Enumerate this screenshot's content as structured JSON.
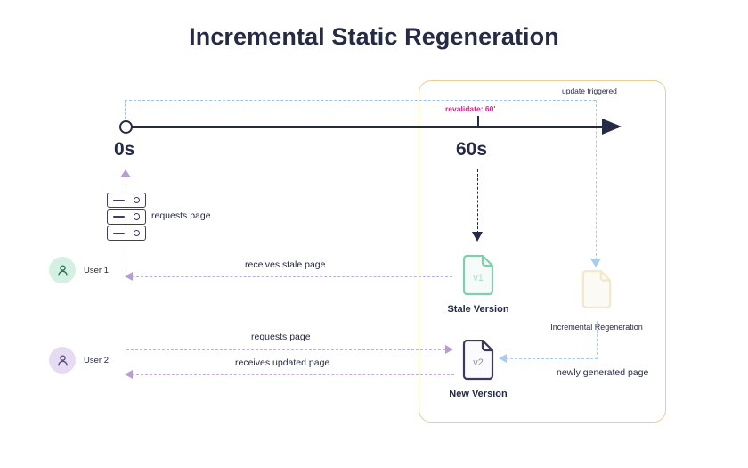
{
  "page": {
    "title": "Incremental Static Regeneration"
  },
  "colors": {
    "ink": "#252a45",
    "accent_pink": "#e0218a",
    "region_border": "#e8cf92",
    "blue_dash": "#a9cdee",
    "purple_dash": "#b89ed0",
    "stale_doc": "#7fcfae",
    "new_doc": "#3b3a5e",
    "regen_doc": "#f2e7c8",
    "avatar_user1": "#d4f0e2",
    "avatar_user2": "#e6dcf2"
  },
  "timeline": {
    "start_label": "0s",
    "revalidate_label": "revalidate: 60'",
    "tick_label": "60s",
    "update_triggered_label": "update triggered"
  },
  "users": [
    {
      "name": "User 1",
      "avatar_icon": "person-icon"
    },
    {
      "name": "User 2",
      "avatar_icon": "person-icon"
    }
  ],
  "server": {
    "icon": "server-icon",
    "label": "requests page"
  },
  "messages": [
    {
      "label": "receives stale page"
    },
    {
      "label": "requests page"
    },
    {
      "label": "receives updated page"
    },
    {
      "label": "newly generated page"
    }
  ],
  "documents": [
    {
      "version": "v1",
      "label": "Stale Version"
    },
    {
      "version": "v2",
      "label": "New Version"
    },
    {
      "version": "",
      "label": "Incremental Regeneration"
    }
  ]
}
